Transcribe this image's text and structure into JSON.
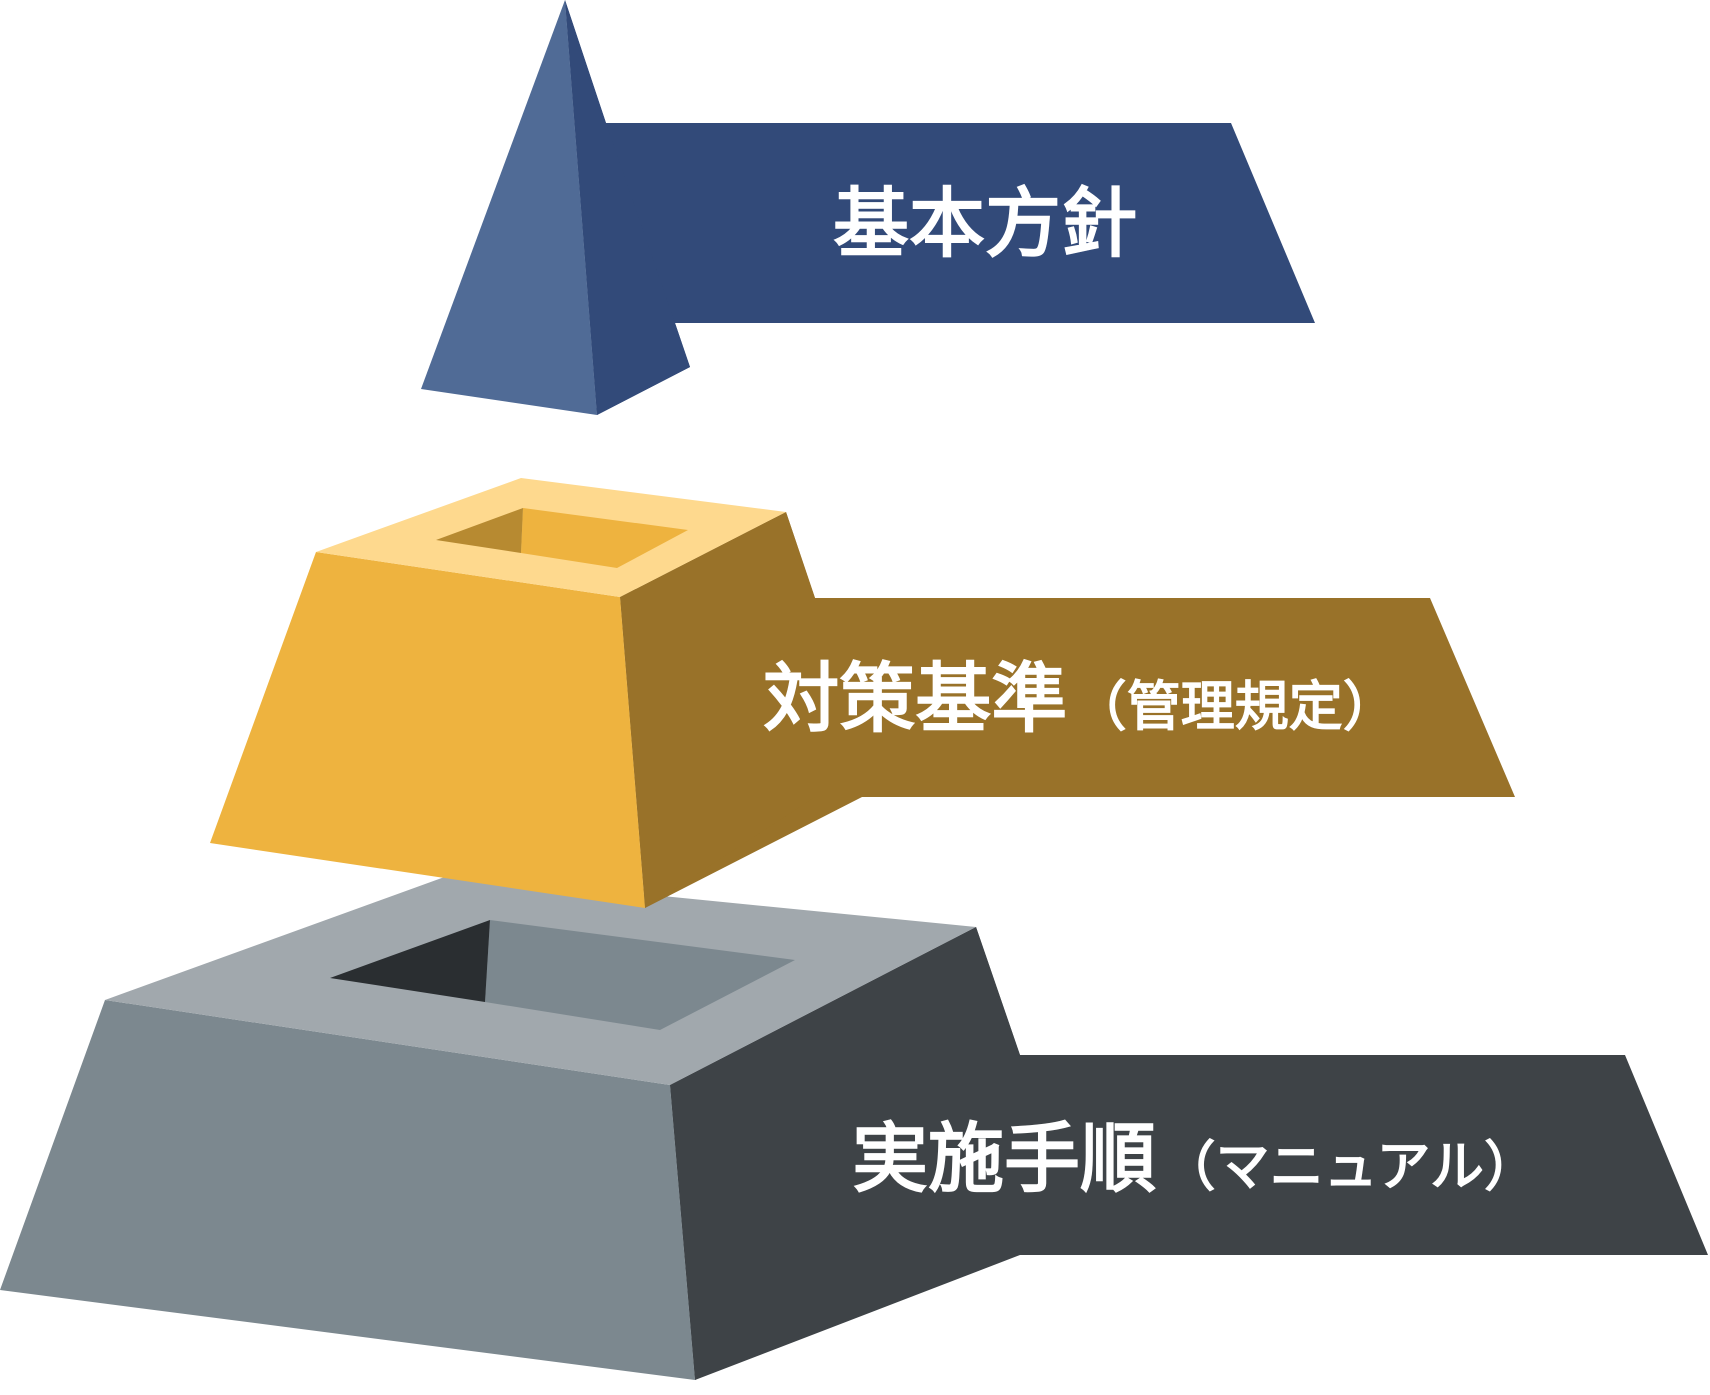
{
  "tiers": [
    {
      "id": "top",
      "label": "基本方針",
      "sublabel": "",
      "colors": {
        "front": "#506b96",
        "side": "#324a79",
        "band": "#324a79"
      }
    },
    {
      "id": "middle",
      "label": "対策基準",
      "sublabel": "（管理規定）",
      "colors": {
        "front": "#eeb33f",
        "side": "#997229",
        "band": "#997229",
        "rim": "#fed98e",
        "hole_dark": "#b78a31",
        "hole_light": "#eeb33f"
      }
    },
    {
      "id": "bottom",
      "label": "実施手順",
      "sublabel": "（マニュアル）",
      "colors": {
        "front": "#7c888f",
        "side": "#3e4347",
        "band": "#3e4347",
        "rim": "#a1a8ad",
        "hole_dark": "#2a2e31",
        "hole_light": "#7c888f"
      }
    }
  ]
}
